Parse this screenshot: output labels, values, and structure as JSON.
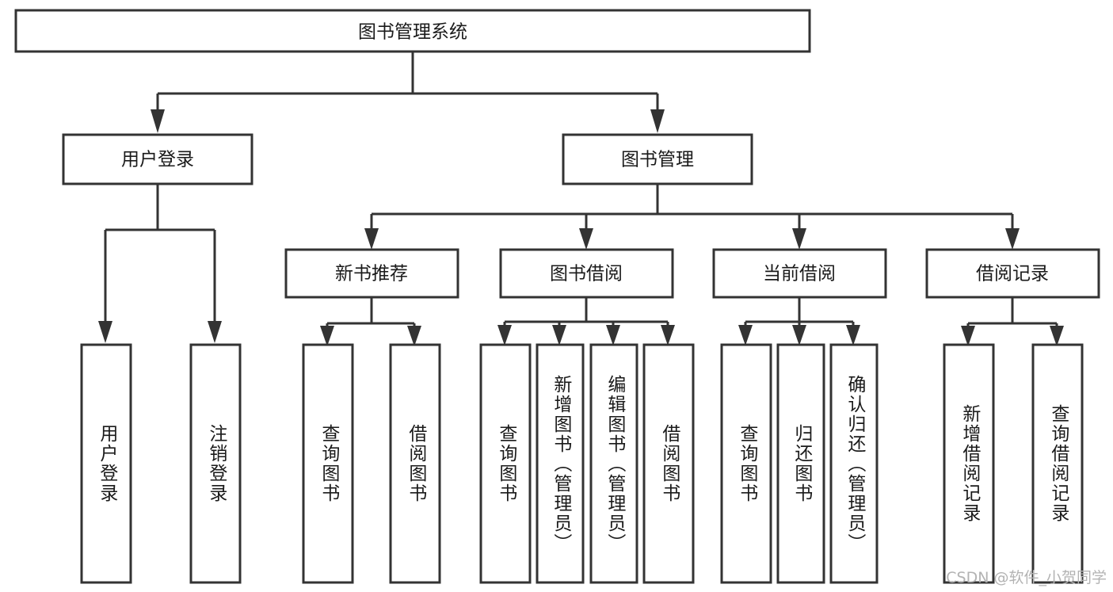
{
  "diagram": {
    "type": "tree",
    "title": "图书管理系统",
    "watermark": "CSDN @软件_小贺同学",
    "colors": {
      "box_stroke": "#333333",
      "box_fill": "#ffffff",
      "text": "#1a1a1a",
      "background": "#ffffff",
      "watermark": "#b3b3b3"
    },
    "root": {
      "label": "图书管理系统"
    },
    "level2": [
      {
        "label": "用户登录"
      },
      {
        "label": "图书管理"
      }
    ],
    "level3": [
      {
        "label": "新书推荐"
      },
      {
        "label": "图书借阅"
      },
      {
        "label": "当前借阅"
      },
      {
        "label": "借阅记录"
      }
    ],
    "leaves": [
      {
        "label": "用户登录",
        "parent": "用户登录"
      },
      {
        "label": "注销登录",
        "parent": "用户登录"
      },
      {
        "label": "查询图书",
        "parent": "新书推荐"
      },
      {
        "label": "借阅图书",
        "parent": "新书推荐"
      },
      {
        "label": "查询图书",
        "parent": "图书借阅"
      },
      {
        "label": "新增图书（管理员）",
        "parent": "图书借阅"
      },
      {
        "label": "编辑图书（管理员）",
        "parent": "图书借阅"
      },
      {
        "label": "借阅图书",
        "parent": "图书借阅"
      },
      {
        "label": "查询图书",
        "parent": "当前借阅"
      },
      {
        "label": "归还图书",
        "parent": "当前借阅"
      },
      {
        "label": "确认归还（管理员）",
        "parent": "当前借阅"
      },
      {
        "label": "新增借阅记录",
        "parent": "借阅记录"
      },
      {
        "label": "查询借阅记录",
        "parent": "借阅记录"
      }
    ]
  }
}
